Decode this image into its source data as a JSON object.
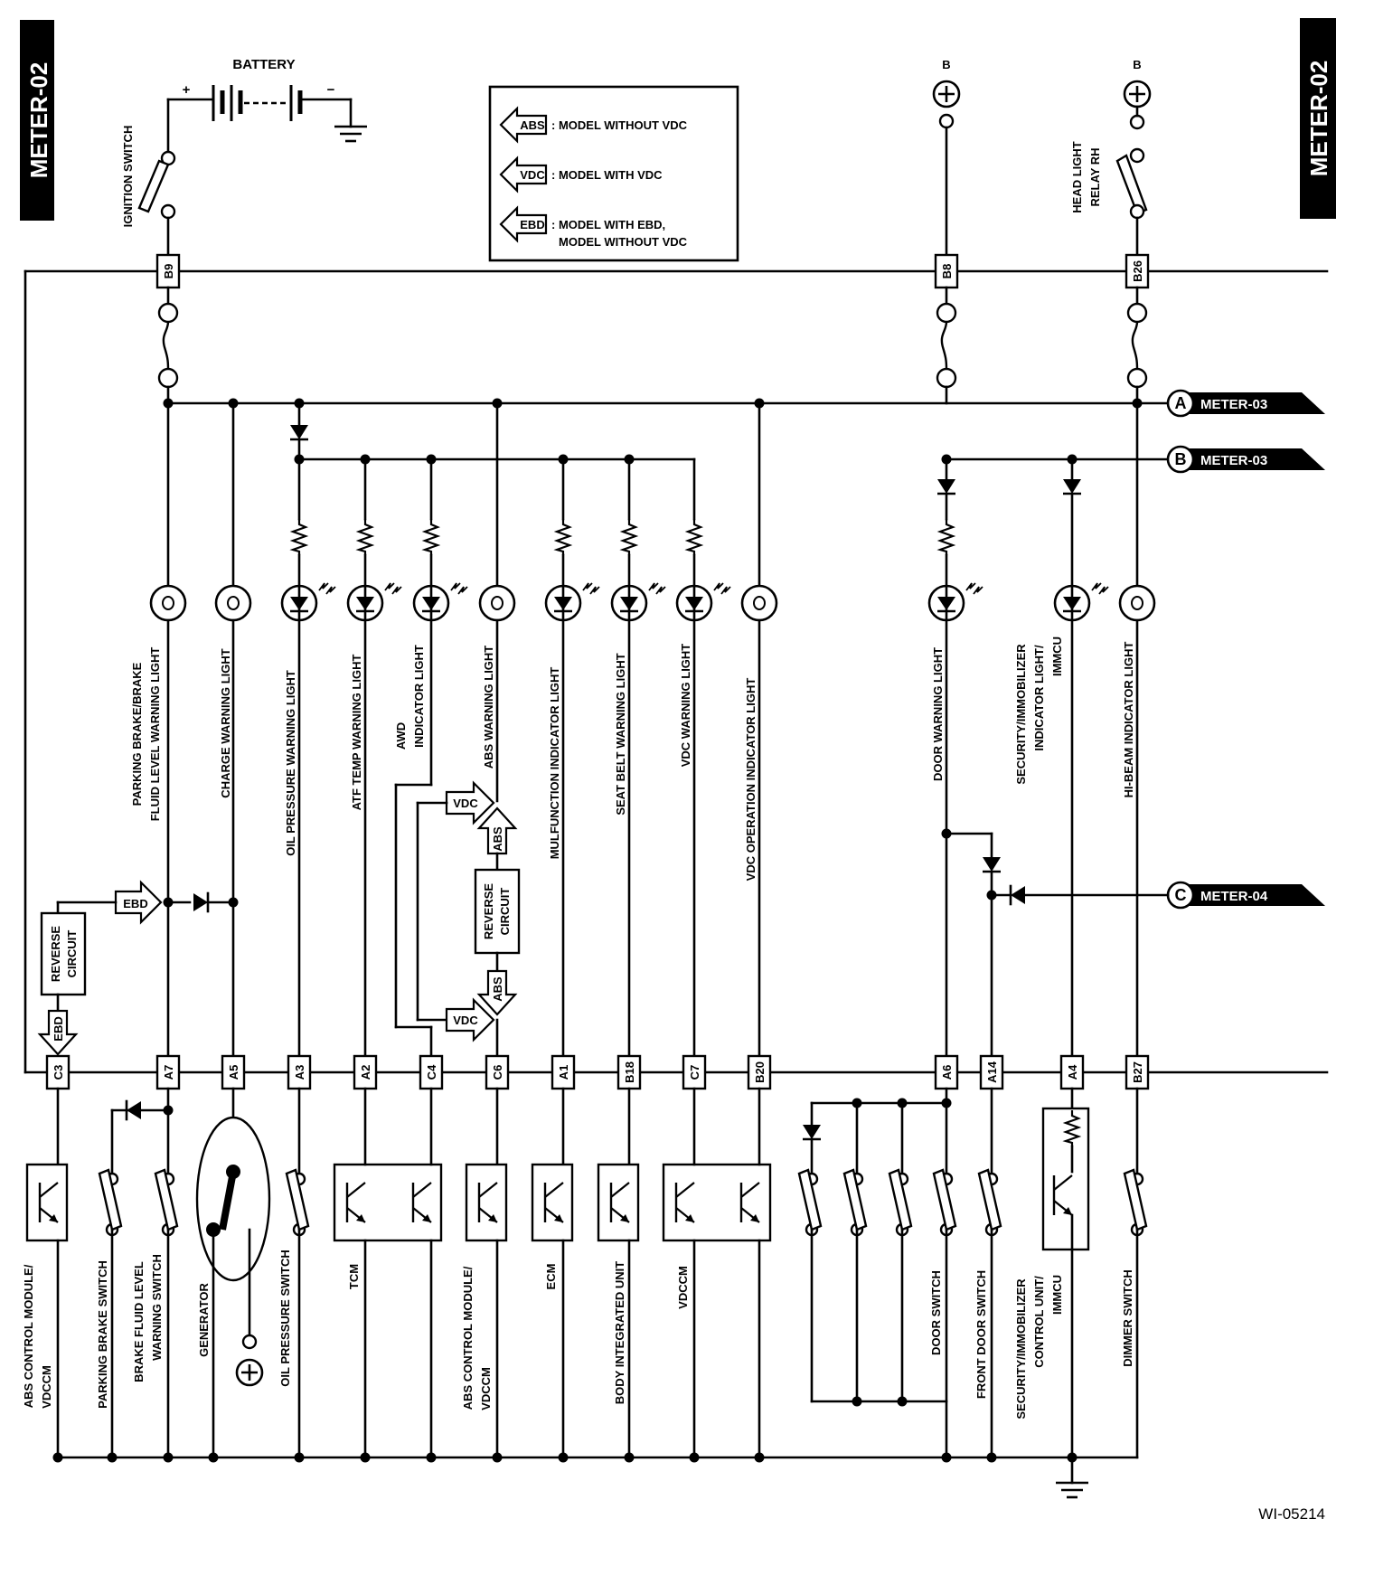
{
  "page_tag": "METER-02",
  "figure_id": "WI-05214",
  "battery_label": "BATTERY",
  "plus_sign": "+",
  "minus_sign": "−",
  "b_label": "B",
  "legend": [
    {
      "tag": "ABS",
      "text": ": MODEL WITHOUT VDC"
    },
    {
      "tag": "VDC",
      "text": ": MODEL WITH VDC"
    },
    {
      "tag": "EBD",
      "text": ": MODEL WITH EBD,",
      "text2": "MODEL WITHOUT VDC"
    }
  ],
  "connectors": {
    "B9": "B9",
    "B8": "B8",
    "B26": "B26",
    "C3": "C3",
    "A7": "A7",
    "A5": "A5",
    "A3": "A3",
    "A2": "A2",
    "C4": "C4",
    "C6": "C6",
    "A1": "A1",
    "B18": "B18",
    "C7": "C7",
    "B20": "B20",
    "A6": "A6",
    "A14": "A14",
    "A4": "A4",
    "B27": "B27"
  },
  "refs": {
    "A": {
      "letter": "A",
      "label": "METER-03"
    },
    "B": {
      "letter": "B",
      "label": "METER-03"
    },
    "C": {
      "letter": "C",
      "label": "METER-04"
    }
  },
  "tags": {
    "vdc": "VDC",
    "abs": "ABS",
    "ebd": "EBD"
  },
  "reverse": {
    "l1": "REVERSE",
    "l2": "CIRCUIT"
  },
  "top_labels": {
    "ignition": "IGNITION SWITCH",
    "headlight_1": "HEAD LIGHT",
    "headlight_2": "RELAY RH"
  },
  "lights": {
    "parking_1": "PARKING BRAKE/BRAKE",
    "parking_2": "FLUID LEVEL WARNING LIGHT",
    "charge": "CHARGE WARNING LIGHT",
    "oil": "OIL PRESSURE WARNING LIGHT",
    "atf": "ATF TEMP WARNING LIGHT",
    "awd_1": "AWD",
    "awd_2": "INDICATOR LIGHT",
    "abs": "ABS WARNING LIGHT",
    "mil": "MULFUNCTION INDICATOR LIGHT",
    "seatbelt": "SEAT BELT WARNING LIGHT",
    "vdc": "VDC WARNING LIGHT",
    "vdcop": "VDC OPERATION INDICATOR LIGHT",
    "door": "DOOR WARNING LIGHT",
    "sec_1": "SECURITY/IMMOBILIZER",
    "sec_2": "INDICATOR LIGHT/",
    "sec_3": "IMMCU",
    "hibeam": "HI-BEAM INDICATOR LIGHT"
  },
  "components": {
    "abs_mod_1": "ABS CONTROL MODULE/",
    "abs_mod_2": "VDCCM",
    "parking_sw": "PARKING BRAKE SWITCH",
    "brake_fl_1": "BRAKE FLUID LEVEL",
    "brake_fl_2": "WARNING SWITCH",
    "generator": "GENERATOR",
    "oil_sw": "OIL PRESSURE SWITCH",
    "tcm": "TCM",
    "abs_mod2_1": "ABS CONTROL MODULE/",
    "abs_mod2_2": "VDCCM",
    "ecm": "ECM",
    "biu": "BODY INTEGRATED UNIT",
    "vdccm": "VDCCM",
    "door_sw": "DOOR SWITCH",
    "front_door_sw": "FRONT DOOR SWITCH",
    "sec_unit_1": "SECURITY/IMMOBILIZER",
    "sec_unit_2": "CONTROL UNIT/",
    "sec_unit_3": "IMMCU",
    "dimmer_sw": "DIMMER SWITCH"
  }
}
